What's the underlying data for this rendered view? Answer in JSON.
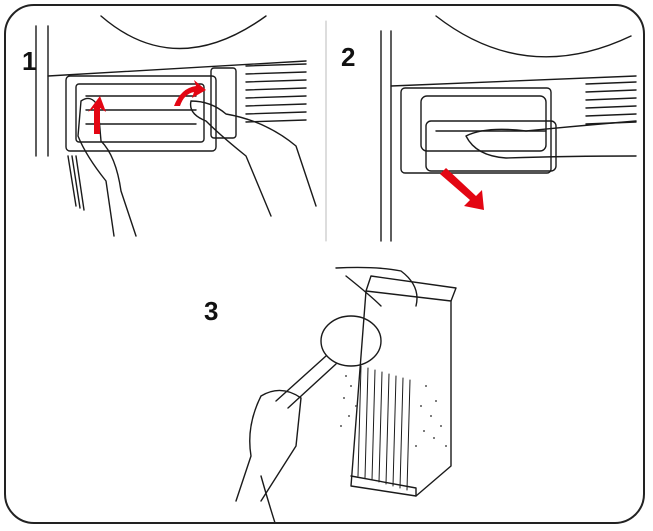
{
  "steps": [
    {
      "number": "1"
    },
    {
      "number": "2"
    },
    {
      "number": "3"
    }
  ],
  "colors": {
    "arrow": "#e30613",
    "line": "#1a1a1a",
    "background": "#ffffff"
  },
  "icons": [
    "rotate-arrow-icon",
    "pull-out-arrow-icon"
  ]
}
